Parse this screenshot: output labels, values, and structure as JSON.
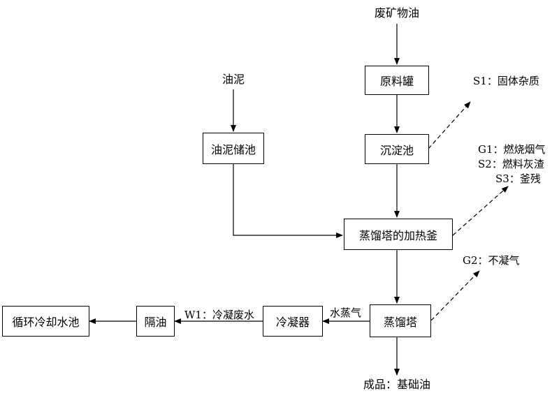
{
  "nodes": {
    "raw_tank": "原料罐",
    "settling_pond": "沉淀池",
    "sludge_storage": "油泥储池",
    "heating_kettle": "蒸馏塔的加热釜",
    "distillation_tower": "蒸馏塔",
    "condenser": "冷凝器",
    "oil_separator": "隔油",
    "cooling_pool": "循环冷却水池"
  },
  "labels": {
    "waste_oil": "废矿物油",
    "oil_sludge": "油泥",
    "s1": "S1：固体杂质",
    "g1": "G1：燃烧烟气",
    "s2": "S2：燃料灰渣",
    "s3": "S3：釜残",
    "g2": "G2：不凝气",
    "steam": "水蒸气",
    "w1": "W1：冷凝废水",
    "product": "成品：基础油"
  },
  "colors": {
    "line": "#000000",
    "background": "#ffffff"
  }
}
